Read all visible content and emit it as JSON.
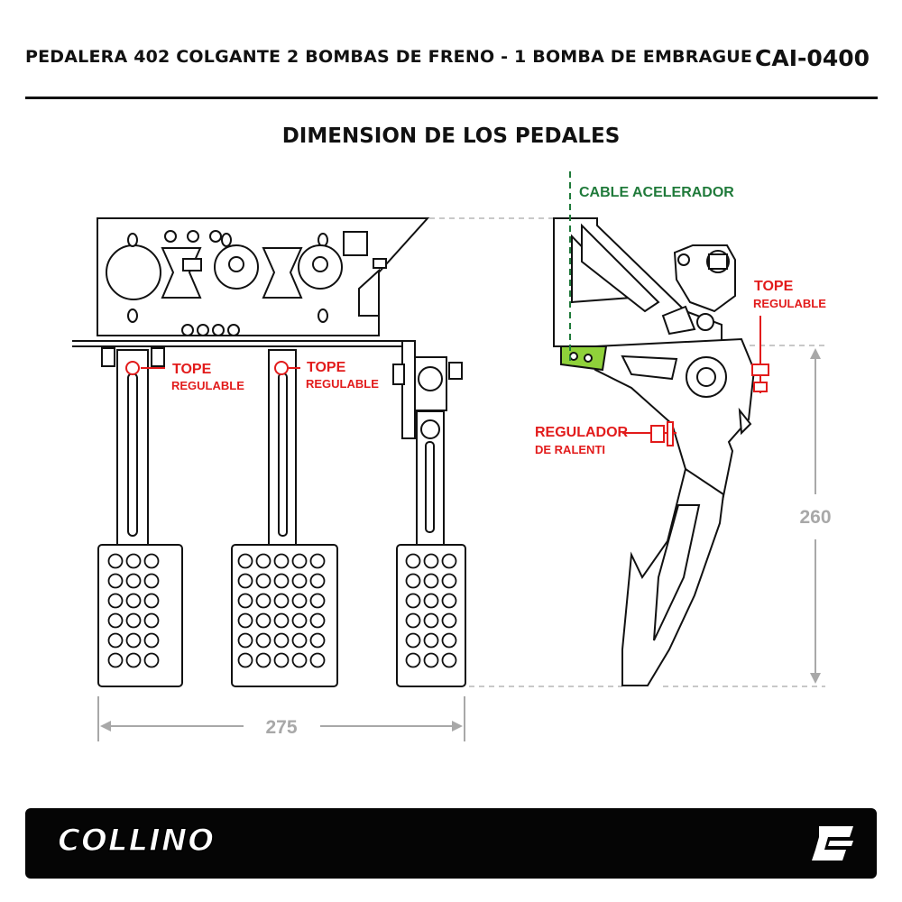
{
  "header": {
    "title": "PEDALERA 402 COLGANTE 2 BOMBAS DE FRENO - 1 BOMBA DE EMBRAGUE",
    "code": "CAI-0400"
  },
  "section_title": "DIMENSION DE LOS PEDALES",
  "labels": {
    "cable_acelerador": "CABLE ACELERADOR",
    "tope_1_a": "TOPE",
    "tope_1_b": "REGULABLE",
    "tope_2_a": "TOPE",
    "tope_2_b": "REGULABLE",
    "tope_3_a": "TOPE",
    "tope_3_b": "REGULABLE",
    "regulador_a": "REGULADOR",
    "regulador_b": "DE RALENTI"
  },
  "dimensions": {
    "width": "275",
    "height": "260"
  },
  "footer": {
    "brand": "COLLINO"
  },
  "colors": {
    "accent_red": "#e21b1b",
    "accent_green": "#1f7a3a",
    "lime": "#8fd13a",
    "dim_gray": "#a8a8a8",
    "ink": "#111111"
  }
}
